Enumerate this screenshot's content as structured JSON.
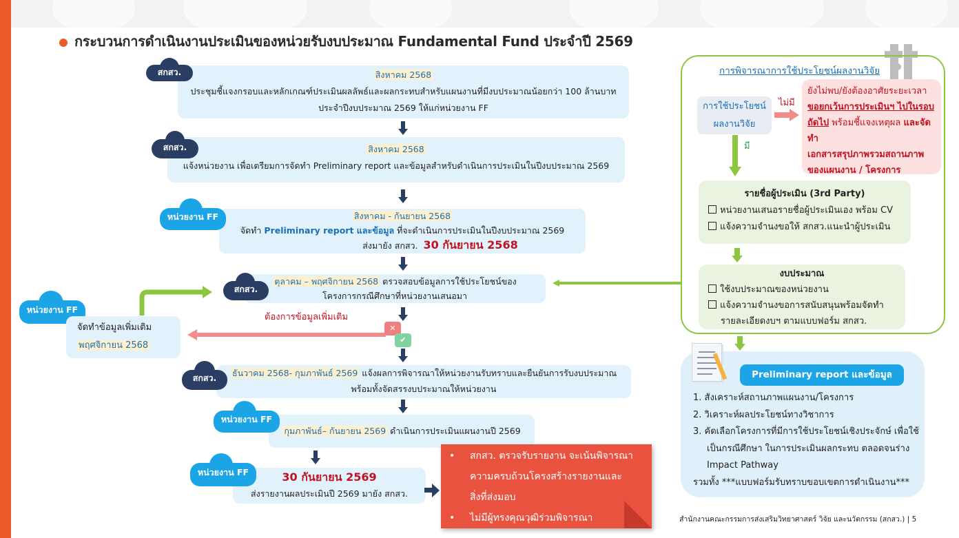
{
  "title": "กระบวนการดำเนินงานประเมินของหน่วยรับงบประมาณ Fundamental Fund ประจำปี 2569",
  "colors": {
    "accent_orange": "#ec5b2a",
    "navy": "#2a3e63",
    "sky": "#1ba5e6",
    "box_bg": "#e2f2fd",
    "highlight_bg": "#fdf0cf",
    "red": "#c1121f",
    "green": "#8cc63f",
    "note_red": "#e8523f"
  },
  "actors": {
    "tsri": "สกสว.",
    "ff_unit": "หน่วยงาน FF"
  },
  "steps": [
    {
      "actor": "สกสว.",
      "date": "สิงหาคม 2568",
      "line1": "ประชุมชี้แจงกรอบและหลักเกณฑ์ประเมินผลลัพธ์และผลกระทบสำหรับแผนงานที่มีงบประมาณน้อยกว่า 100 ล้านบาท",
      "line2": "ประจำปีงบประมาณ 2569 ให้แก่หน่วยงาน FF"
    },
    {
      "actor": "สกสว.",
      "date": "สิงหาคม 2568",
      "line1": "แจ้งหน่วยงาน เพื่อเตรียมการจัดทำ Preliminary report และข้อมูลสำหรับดำเนินการประเมินในปีงบประมาณ 2569"
    },
    {
      "actor": "หน่วยงาน FF",
      "date": "สิงหาคม - กันยายน 2568",
      "prefix": "จัดทำ ",
      "emph": "Preliminary report และข้อมูล",
      "line1": " ที่จะดำเนินการประเมินในปีงบประมาณ 2569",
      "line2": "ส่งมายัง สกสว.",
      "deadline": "30 กันยายน 2568"
    },
    {
      "actor": "สกสว.",
      "date": "ตุลาคม – พฤศจิกายน 2568",
      "line1": " ตรวจสอบข้อมูลการใช้ประโยชน์ของ",
      "line2": "โครงการกรณีศึกษาที่หน่วยงานเสนอมา"
    },
    {
      "actor": "สกสว.",
      "date": "ธันวาคม 2568- กุมภาพันธ์ 2569",
      "line1": " แจ้งผลการพิจารณาให้หน่วยงานรับทราบและยืนยันการรับงบประมาณ",
      "line2": "พร้อมทั้งจัดสรรงบประมาณให้หน่วยงาน"
    },
    {
      "actor": "หน่วยงาน FF",
      "date": "กุมภาพันธ์– กันยายน 2569",
      "line1": " ดำเนินการประเมินแผนงานปี 2569"
    },
    {
      "actor": "หน่วยงาน FF",
      "deadline": "30 กันยายน 2569",
      "line1": "ส่งรายงานผลประเมินปี 2569 มายัง สกสว."
    }
  ],
  "side_loop": {
    "actor": "หน่วยงาน FF",
    "request_label": "ต้องการข้อมูลเพิ่มเติม",
    "line1": "จัดทำข้อมูลเพิ่มเติม",
    "date": "พฤศจิกายน 2568"
  },
  "decision_icons": [
    "reject-icon",
    "approve-icon"
  ],
  "red_note": {
    "bullets": [
      "สกสว. ตรวจรับรายงาน จะเน้นพิจารณาความครบถ้วนโครงสร้างรายงานและสิ่งที่ส่งมอบ",
      "ไม่มีผู้ทรงคุณวุฒิร่วมพิจารณา"
    ],
    "bullet1_lines": [
      "สกสว. ตรวจรับรายงาน จะเน้นพิจารณา",
      "ความครบถ้วนโครงสร้างรายงานและ",
      "สิ่งที่ส่งมอบ"
    ]
  },
  "right_panel": {
    "heading": "การพิจารณาการใช้ประโยชน์ผลงานวิจัย",
    "decision_box": [
      "การใช้ประโยชน์",
      "ผลงานวิจัย"
    ],
    "no_label": "ไม่มี",
    "yes_label": "มี",
    "no_box": {
      "line1": "ยังไม่พบ/ยังต้องอาศัยระยะเวลา",
      "line2": "ขอยกเว้นการประเมินฯ ไปในรอบ",
      "line3_u": "ถัดไป",
      "line3_n": " พร้อมชี้แจงเหตุผล ",
      "line3_b": "และจัดทำ",
      "line4": "เอกสารสรุปภาพรวมสถานภาพ",
      "line5": "ของแผนงาน / โครงการ"
    },
    "evaluators": {
      "heading": "รายชื่อผู้ประเมิน (3rd Party)",
      "items": [
        "หน่วยงานเสนอรายชื่อผู้ประเมินเอง พร้อม CV",
        "แจ้งความจำนงขอให้ สกสว.แนะนำผู้ประเมิน"
      ]
    },
    "budget": {
      "heading": "งบประมาณ",
      "items": [
        "ใช้งบประมาณของหน่วยงาน",
        "แจ้งความจำนงขอการสนับสนุนพร้อมจัดทำ"
      ],
      "item2_cont": "รายละเอียดงบฯ ตามแบบฟอร์ม สกสว."
    }
  },
  "report_panel": {
    "badge": "Preliminary report และข้อมูล",
    "items": [
      "1.  สังเคราะห์สถานภาพแผนงาน/โครงการ",
      "2.  วิเคราะห์ผลประโยชน์ทางวิชาการ",
      "3.  คัดเลือกโครงการที่มีการใช้ประโยชน์เชิงประจักษ์ เพื่อใช้"
    ],
    "item3_cont": [
      "เป็นกรณีศึกษา ในการประเมินผลกระทบ   ตลอดจนร่าง",
      "Impact Pathway"
    ],
    "footer": "รวมทั้ง ***แบบฟอร์มรับทราบขอบเขตการดำเนินงาน***"
  },
  "footer": {
    "org": "สำนักงานคณะกรรมการส่งเสริมวิทยาศาสตร์ วิจัย และนวัตกรรม (สกสว.)",
    "page": "| 5"
  }
}
